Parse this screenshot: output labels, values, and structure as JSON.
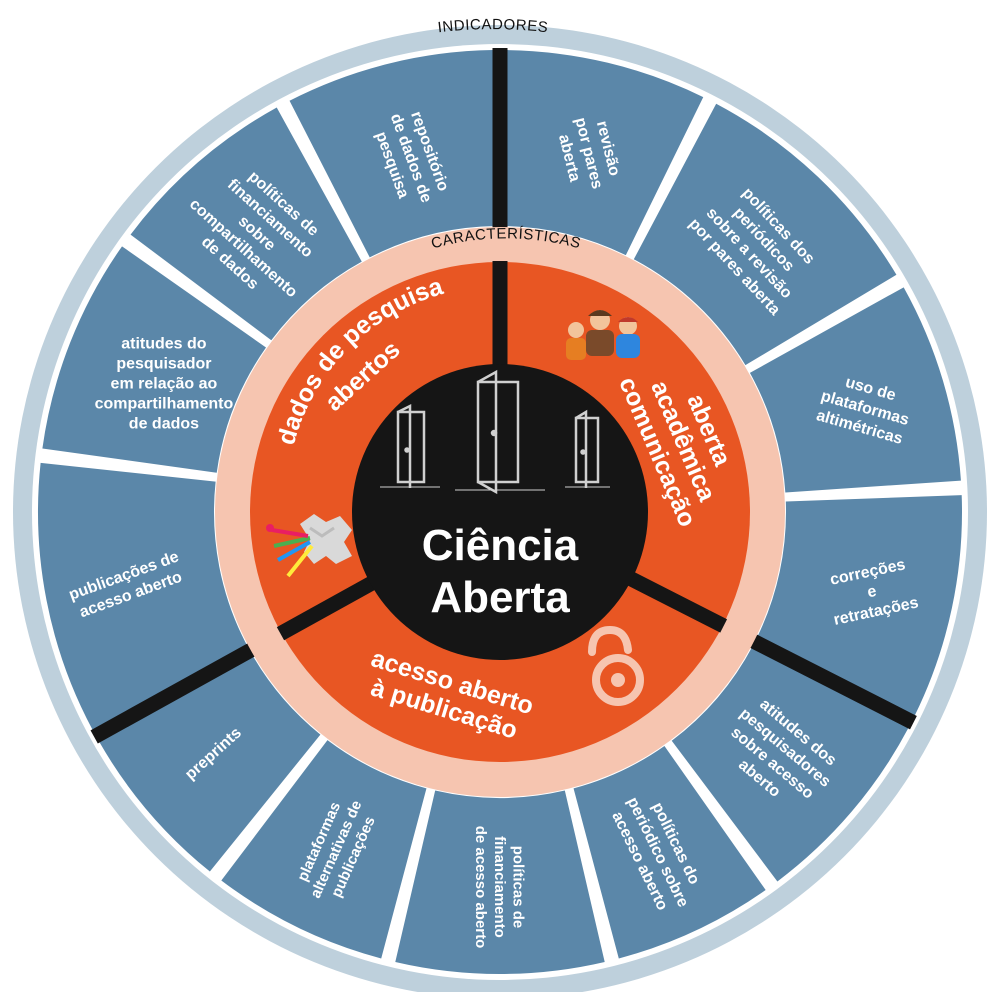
{
  "ring_titles": {
    "outer": "INDICADORES",
    "middle": "CARACTERÍSTICAS"
  },
  "center": {
    "line1": "Ciência",
    "line2": "Aberta"
  },
  "dimensions": [
    {
      "key": "dados",
      "label": "dados de pesquisa abertos",
      "lines": [
        "dados de pesquisa",
        "abertos"
      ]
    },
    {
      "key": "comunicacao",
      "label": "comunicação acadêmica aberta",
      "lines": [
        "comunicação",
        "acadêmica",
        "aberta"
      ]
    },
    {
      "key": "acesso",
      "label": "acesso aberto à publicação",
      "lines": [
        "acesso aberto",
        "à publicação"
      ]
    }
  ],
  "indicators": [
    {
      "lines": [
        "revisão",
        "por pares",
        "aberta"
      ]
    },
    {
      "lines": [
        "políticas dos",
        "periódicos",
        "sobre a revisão",
        "por pares aberta"
      ]
    },
    {
      "lines": [
        "uso de",
        "plataformas",
        "altimétricas"
      ]
    },
    {
      "lines": [
        "correções",
        "e",
        "retratações"
      ]
    },
    {
      "lines": [
        "atitudes dos",
        "pesquisadores",
        "sobre acesso",
        "aberto"
      ]
    },
    {
      "lines": [
        "políticas do",
        "periódico sobre",
        "acesso aberto"
      ]
    },
    {
      "lines": [
        "políticas de",
        "financiamento",
        "de acesso aberto"
      ]
    },
    {
      "lines": [
        "plataformas",
        "alternativas de",
        "publicações"
      ]
    },
    {
      "lines": [
        "preprints"
      ]
    },
    {
      "lines": [
        "publicações de",
        "acesso aberto"
      ]
    },
    {
      "lines": [
        "atitudes do",
        "pesquisador",
        "em relação ao",
        "compartilhamento",
        "de dados"
      ]
    },
    {
      "lines": [
        "políticas de",
        "financiamento",
        "sobre",
        "compartilhamento",
        "de dados"
      ]
    },
    {
      "lines": [
        "repositório",
        "de dados de",
        "pesquisa"
      ]
    }
  ],
  "icons": [
    "open-doors-icon",
    "researchers-icon",
    "open-access-lock-icon",
    "data-sharing-icon"
  ],
  "colors": {
    "outer_rim": "#bed0dc",
    "indicator_fill": "#5b87a9",
    "middle_ring": "#f6c5b0",
    "dimension_fill": "#e85623",
    "center_fill": "#151515",
    "divider": "#151515"
  }
}
